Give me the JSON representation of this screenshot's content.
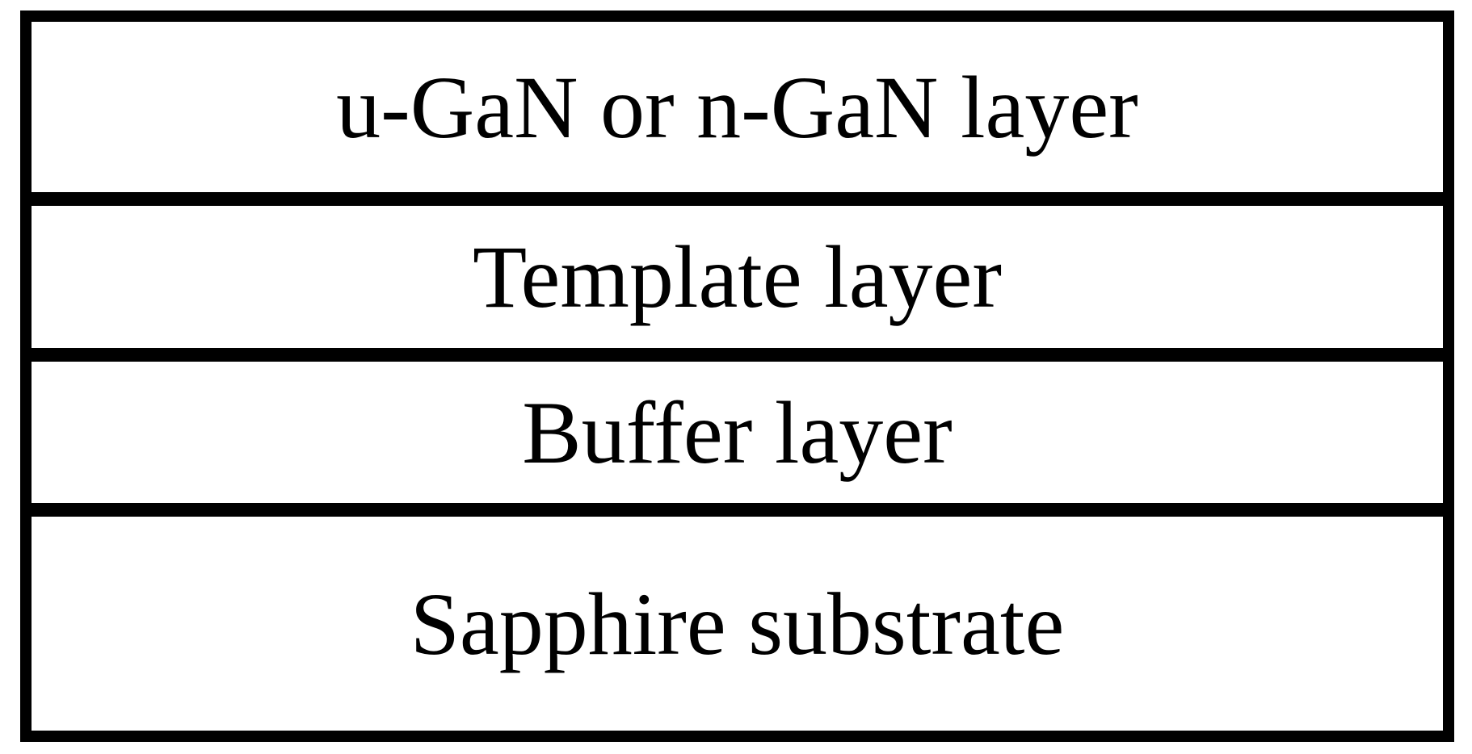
{
  "diagram": {
    "type": "layer-stack",
    "layers": [
      {
        "label": "u-GaN or n-GaN layer"
      },
      {
        "label": "Template layer"
      },
      {
        "label": "Buffer layer"
      },
      {
        "label": "Sapphire substrate"
      }
    ],
    "colors": {
      "border": "#000000",
      "text": "#000000",
      "background": "#ffffff"
    }
  }
}
